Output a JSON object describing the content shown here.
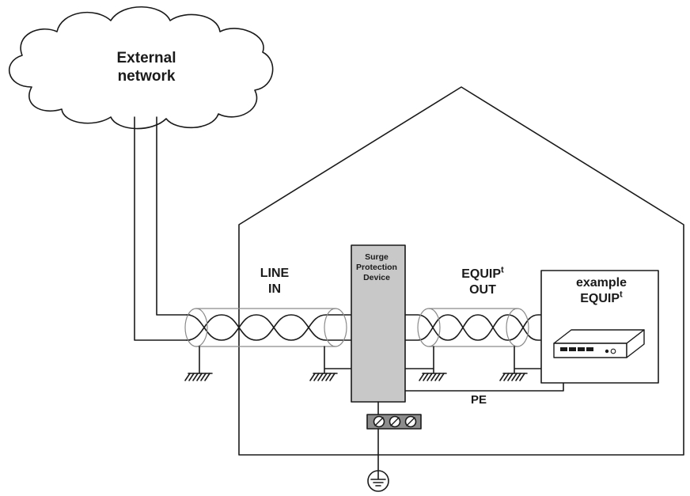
{
  "labels": {
    "cloud_line1": "External",
    "cloud_line2": "network",
    "line_in_line1": "LINE",
    "line_in_line2": "IN",
    "spd_line1": "Surge",
    "spd_line2": "Protection",
    "spd_line3": "Device",
    "equip_out_main": "EQUIP",
    "equip_out_sup": "t",
    "equip_out_line2": "OUT",
    "example_line1": "example",
    "example_main": "EQUIP",
    "example_sup": "t",
    "pe": "PE"
  },
  "colors": {
    "line": "#1a1a1a",
    "spd_fill": "#c8c8c8",
    "terminal_fill": "#8c8c8c",
    "cable_sheath": "#8a8a8a",
    "background": "#ffffff"
  },
  "icons": [
    "cloud-icon",
    "house-outline-icon",
    "twisted-pair-cable-icon",
    "ground-hatch-icon",
    "terminal-block-icon",
    "earth-ground-symbol-icon",
    "network-equipment-icon"
  ]
}
